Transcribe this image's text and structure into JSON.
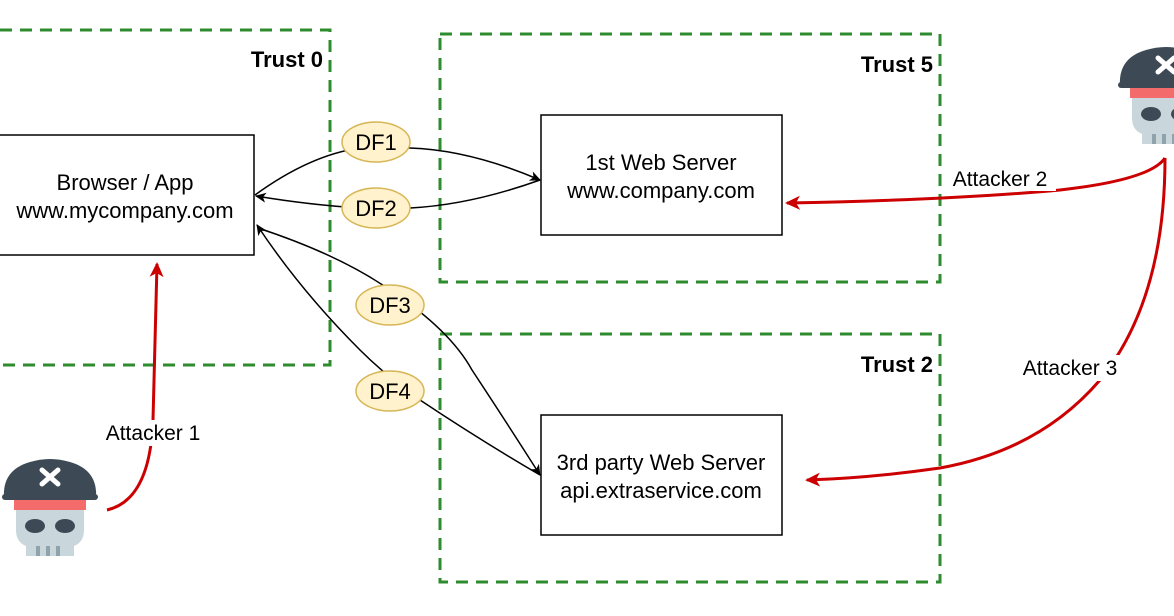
{
  "zones": {
    "trust0": {
      "label": "Trust 0"
    },
    "trust5": {
      "label": "Trust 5"
    },
    "trust2": {
      "label": "Trust 2"
    }
  },
  "nodes": {
    "browser": {
      "line1": "Browser / App",
      "line2": "www.mycompany.com"
    },
    "server1": {
      "line1": "1st Web Server",
      "line2": "www.company.com"
    },
    "server3": {
      "line1": "3rd party Web Server",
      "line2": "api.extraservice.com"
    }
  },
  "dataflows": {
    "df1": "DF1",
    "df2": "DF2",
    "df3": "DF3",
    "df4": "DF4"
  },
  "attackers": {
    "a1": "Attacker 1",
    "a2": "Attacker 2",
    "a3": "Attacker 3"
  },
  "colors": {
    "zone_border": "#2e8b2e",
    "attack_arrow": "#cc0000",
    "flow_arrow": "#000000",
    "df_fill": "#fff2cc",
    "df_stroke": "#d6b656"
  },
  "icons": [
    "pirate-skull-icon"
  ]
}
